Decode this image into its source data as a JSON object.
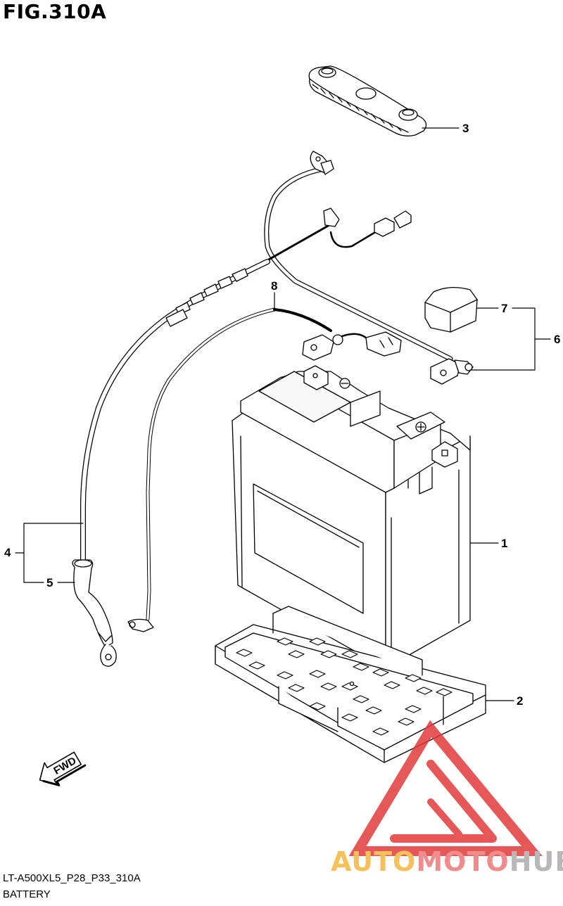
{
  "figure": {
    "title": "FIG.310A"
  },
  "callouts": [
    {
      "id": "1",
      "label": "1"
    },
    {
      "id": "2",
      "label": "2"
    },
    {
      "id": "3",
      "label": "3"
    },
    {
      "id": "4",
      "label": "4"
    },
    {
      "id": "5",
      "label": "5"
    },
    {
      "id": "6",
      "label": "6"
    },
    {
      "id": "7",
      "label": "7"
    },
    {
      "id": "8",
      "label": "8"
    }
  ],
  "direction_marker": {
    "label": "FWD",
    "icon": "forward-arrow-icon"
  },
  "footer": {
    "code": "LT-A500XL5_P28_P33_310A",
    "name": "BATTERY"
  },
  "watermark": {
    "icon": "automotohub-triangle-logo",
    "parts": [
      "AUTO",
      "MOTO",
      "HUB"
    ],
    "colors": {
      "auto": "#f6c15a",
      "moto": "#f28b8b",
      "hub": "#b8b8b8",
      "logo": "#e23b3b"
    }
  }
}
